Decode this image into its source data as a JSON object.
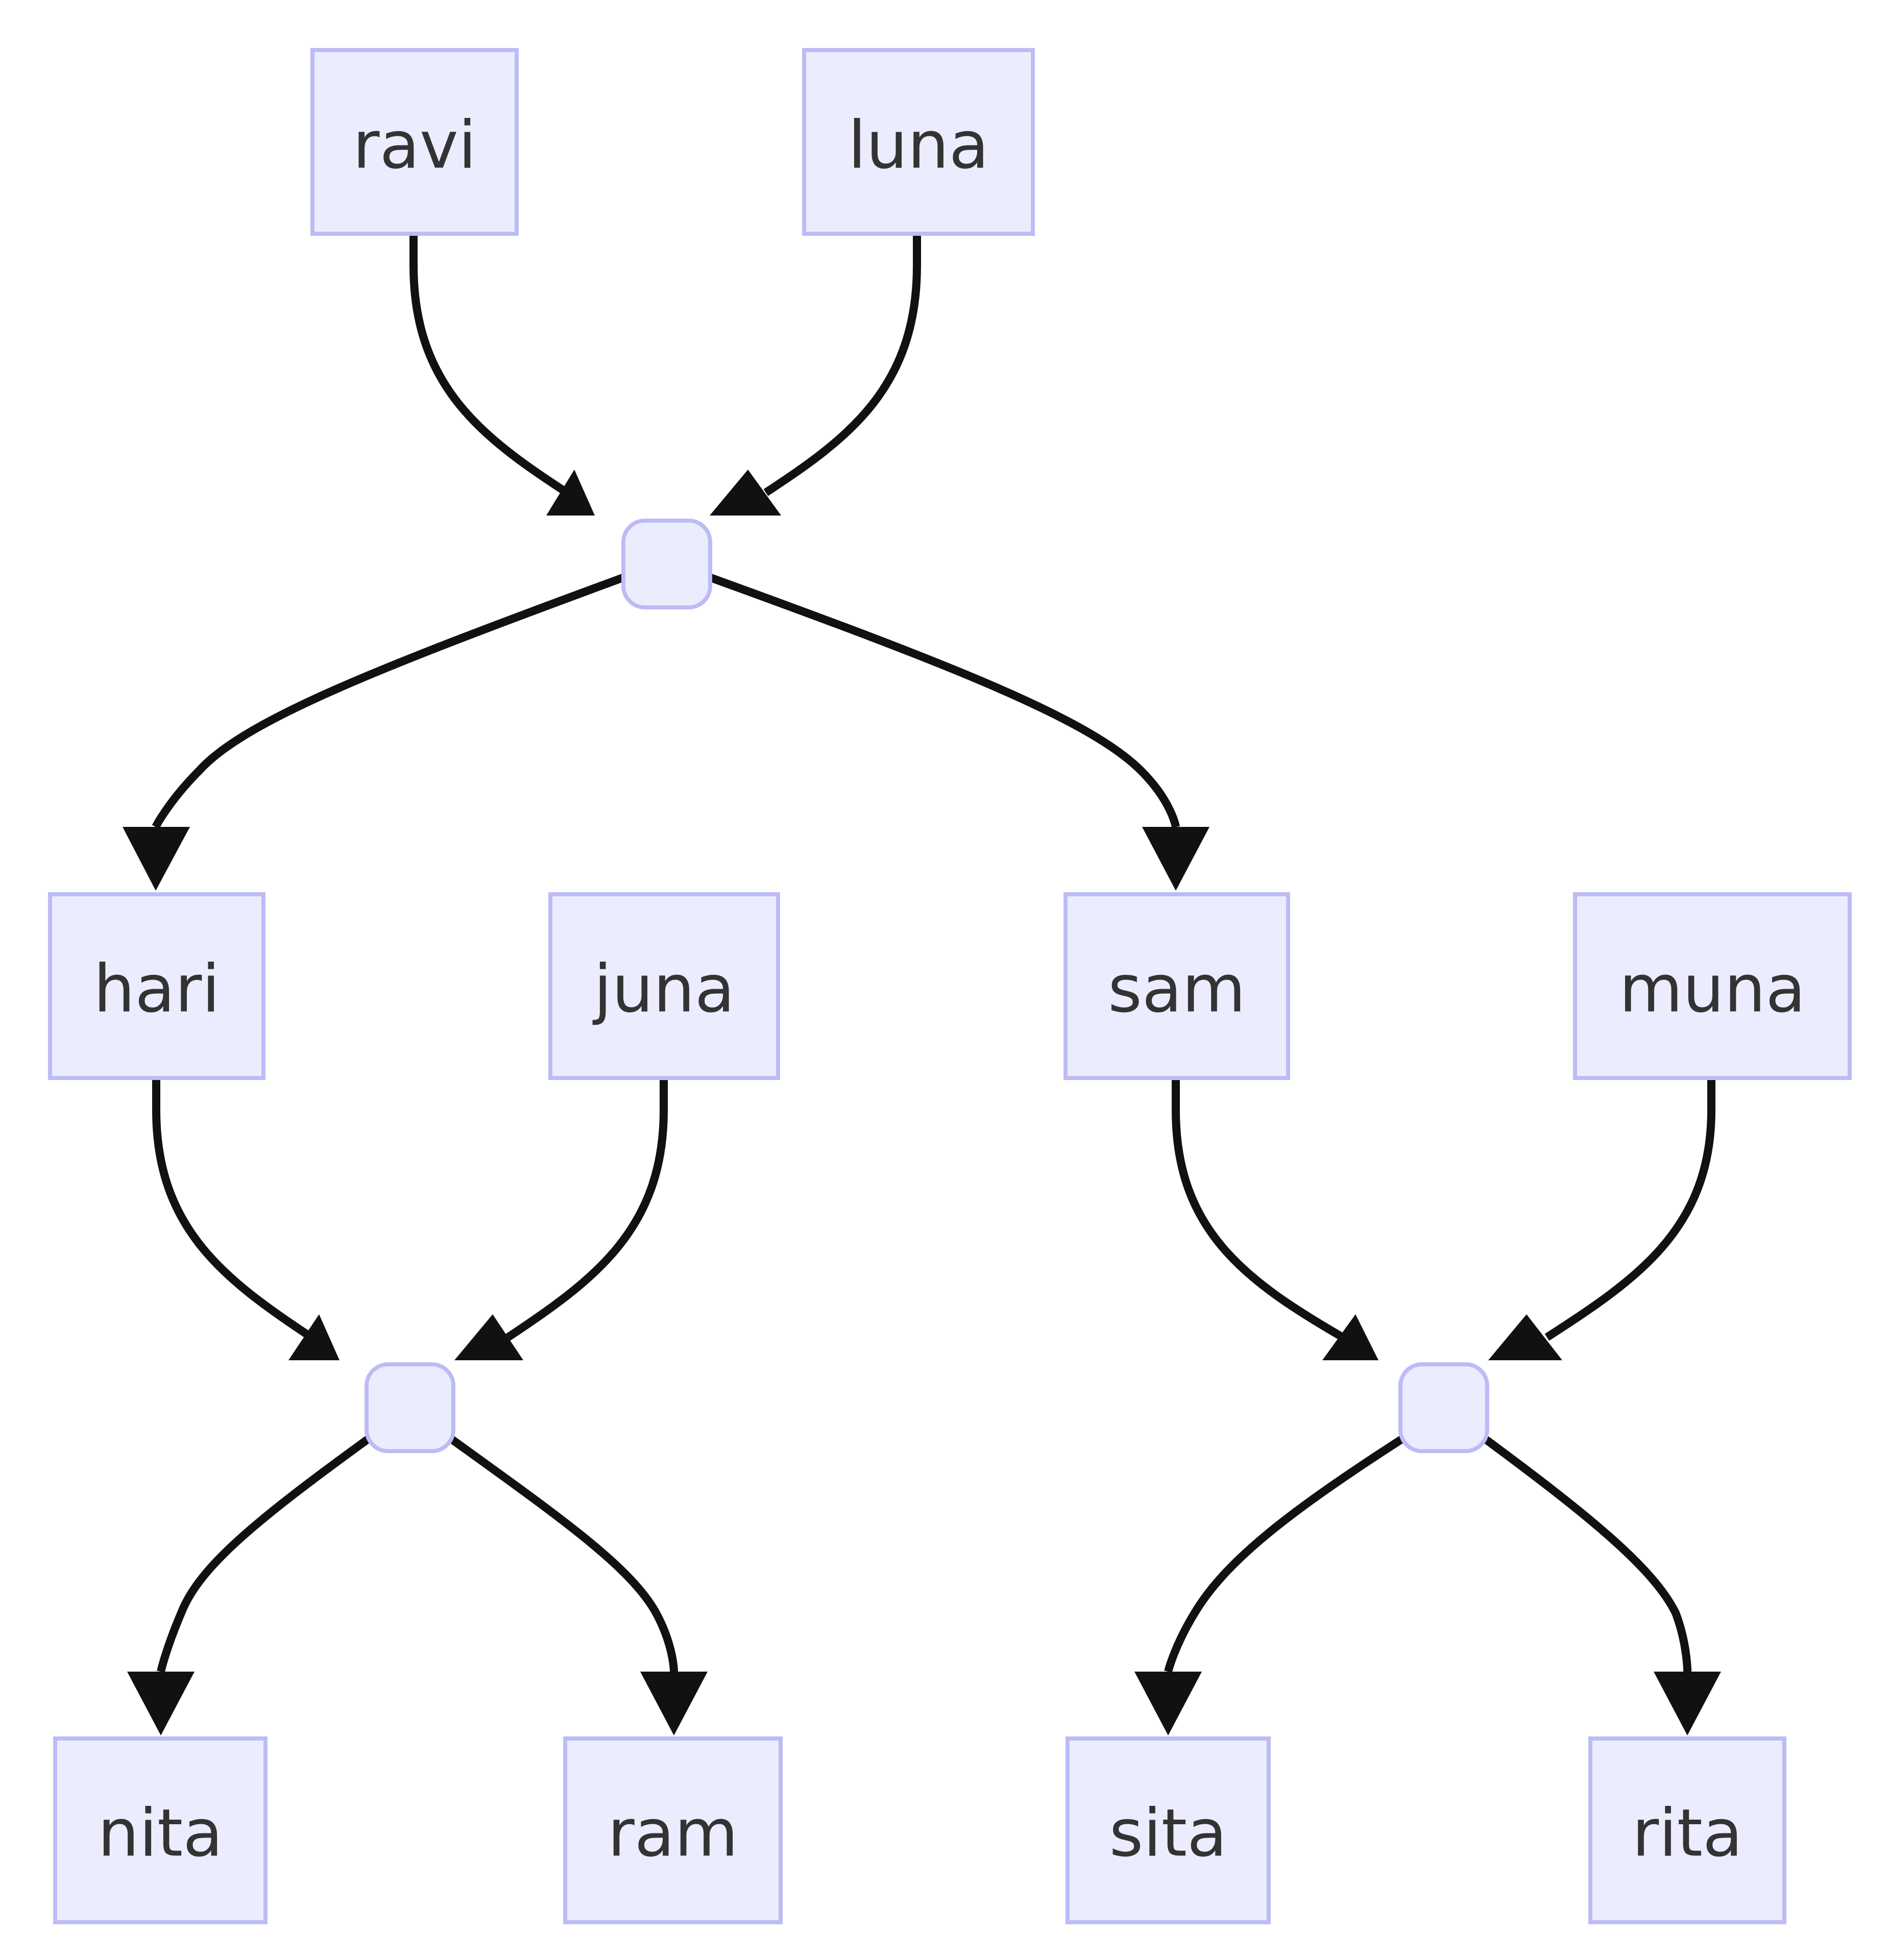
{
  "diagram": {
    "type": "family-tree",
    "nodes": [
      {
        "id": "ravi",
        "label": "ravi"
      },
      {
        "id": "luna",
        "label": "luna"
      },
      {
        "id": "u1",
        "label": ""
      },
      {
        "id": "hari",
        "label": "hari"
      },
      {
        "id": "juna",
        "label": "juna"
      },
      {
        "id": "sam",
        "label": "sam"
      },
      {
        "id": "muna",
        "label": "muna"
      },
      {
        "id": "u2",
        "label": ""
      },
      {
        "id": "u3",
        "label": ""
      },
      {
        "id": "nita",
        "label": "nita"
      },
      {
        "id": "ram",
        "label": "ram"
      },
      {
        "id": "sita",
        "label": "sita"
      },
      {
        "id": "rita",
        "label": "rita"
      }
    ],
    "edges": [
      {
        "from": "ravi",
        "to": "u1"
      },
      {
        "from": "luna",
        "to": "u1"
      },
      {
        "from": "u1",
        "to": "hari"
      },
      {
        "from": "u1",
        "to": "sam"
      },
      {
        "from": "hari",
        "to": "u2"
      },
      {
        "from": "juna",
        "to": "u2"
      },
      {
        "from": "sam",
        "to": "u3"
      },
      {
        "from": "muna",
        "to": "u3"
      },
      {
        "from": "u2",
        "to": "nita"
      },
      {
        "from": "u2",
        "to": "ram"
      },
      {
        "from": "u3",
        "to": "sita"
      },
      {
        "from": "u3",
        "to": "rita"
      }
    ],
    "colors": {
      "node_fill": "#ececff",
      "node_stroke": "#bcbcf5",
      "label": "#333333",
      "edge": "#111111"
    }
  }
}
